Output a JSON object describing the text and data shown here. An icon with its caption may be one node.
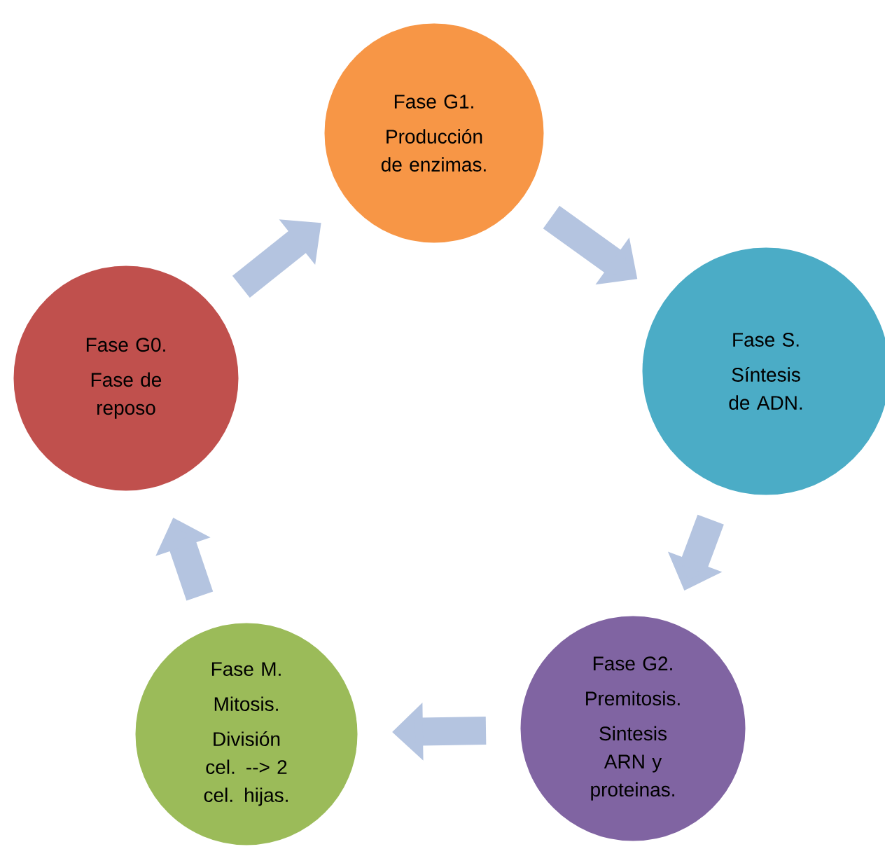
{
  "diagram": {
    "nodes": [
      {
        "text": [
          "Fase G1.",
          "Producción de enzimas."
        ]
      },
      {
        "text": [
          "Fase S.",
          "Síntesis de ADN."
        ]
      },
      {
        "text": [
          "Fase G2.",
          "Premitosis.",
          "Sintesis ARN y proteinas."
        ]
      },
      {
        "text": [
          "Fase M.",
          "Mitosis.",
          "División cel. --> 2 cel. hijas."
        ]
      },
      {
        "text": [
          "Fase G0.",
          "Fase de reposo"
        ]
      }
    ],
    "edges": [
      {
        "from": 0,
        "to": 1,
        "arrow": "to"
      },
      {
        "from": 1,
        "to": 2,
        "arrow": "to"
      },
      {
        "from": 2,
        "to": 3,
        "arrow": "to"
      },
      {
        "from": 3,
        "to": 4,
        "arrow": "to"
      },
      {
        "from": 4,
        "to": 0,
        "arrow": "to"
      }
    ]
  }
}
